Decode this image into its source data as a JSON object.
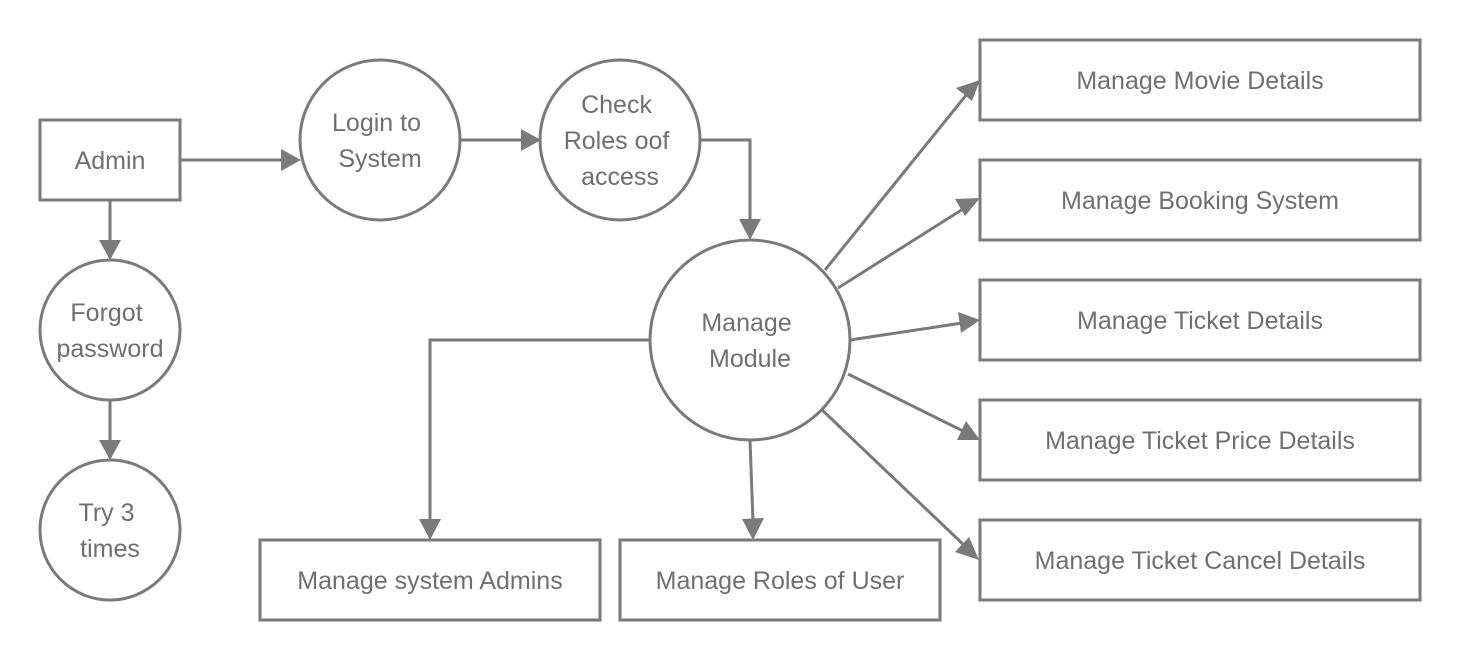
{
  "nodes": {
    "admin": "Admin",
    "login": [
      "Login to",
      "System"
    ],
    "check_roles": [
      "Check",
      "Roles oof",
      "access"
    ],
    "forgot": [
      "Forgot",
      "password"
    ],
    "try3": [
      "Try 3",
      "times"
    ],
    "manage_module": [
      "Manage",
      "Module"
    ],
    "movie": "Manage Movie Details",
    "booking": "Manage Booking System",
    "ticket": "Manage Ticket Details",
    "ticket_price": "Manage Ticket Price Details",
    "ticket_cancel": "Manage Ticket Cancel Details",
    "sys_admins": "Manage system Admins",
    "roles_user": "Manage Roles of User"
  },
  "colors": {
    "stroke": "#7a7a7a",
    "text": "#6f6f6f",
    "background": "#ffffff"
  }
}
